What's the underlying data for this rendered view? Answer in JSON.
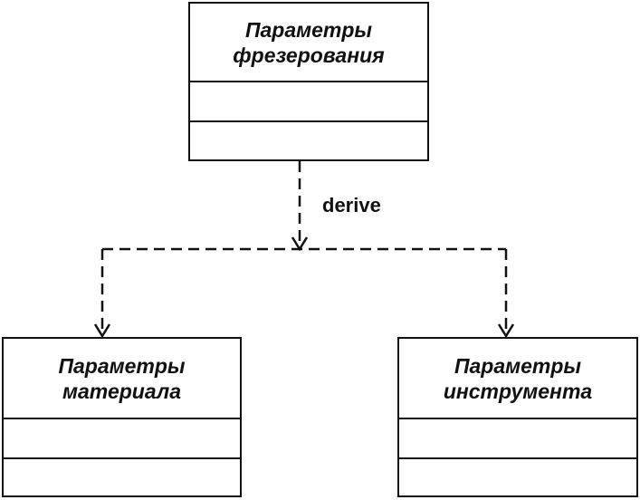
{
  "classes": {
    "top": {
      "line1": "Параметры",
      "line2": "фрезерования"
    },
    "left": {
      "line1": "Параметры",
      "line2": "материала"
    },
    "right": {
      "line1": "Параметры",
      "line2": "инструмента"
    }
  },
  "relation": {
    "label": "derive"
  }
}
